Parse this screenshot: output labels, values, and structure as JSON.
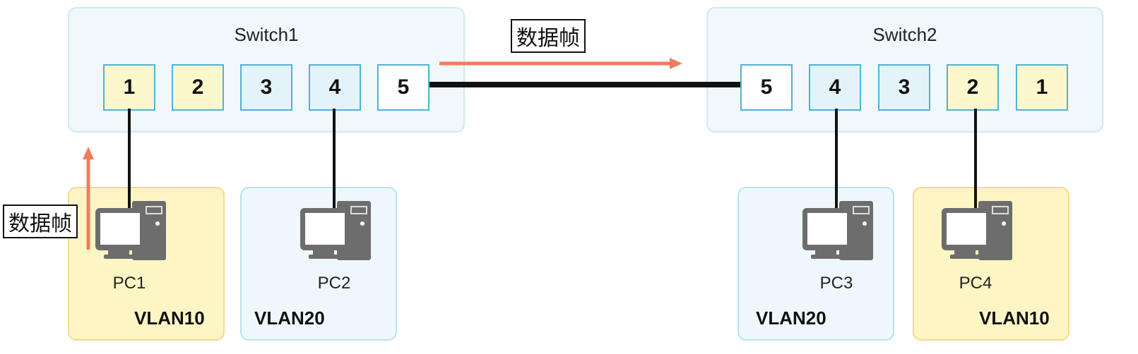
{
  "switches": [
    {
      "name": "Switch1",
      "ports": [
        "1",
        "2",
        "3",
        "4",
        "5"
      ]
    },
    {
      "name": "Switch2",
      "ports": [
        "5",
        "4",
        "3",
        "2",
        "1"
      ]
    }
  ],
  "pcs": [
    {
      "name": "PC1",
      "vlan": "VLAN10"
    },
    {
      "name": "PC2",
      "vlan": "VLAN20"
    },
    {
      "name": "PC3",
      "vlan": "VLAN20"
    },
    {
      "name": "PC4",
      "vlan": "VLAN10"
    }
  ],
  "frame_labels": {
    "trunk": "数据帧",
    "pc1": "数据帧"
  },
  "colors": {
    "arrow": "#f07c5c",
    "vlan10": "#fdf8cc",
    "vlan20": "#e4f3fa"
  }
}
